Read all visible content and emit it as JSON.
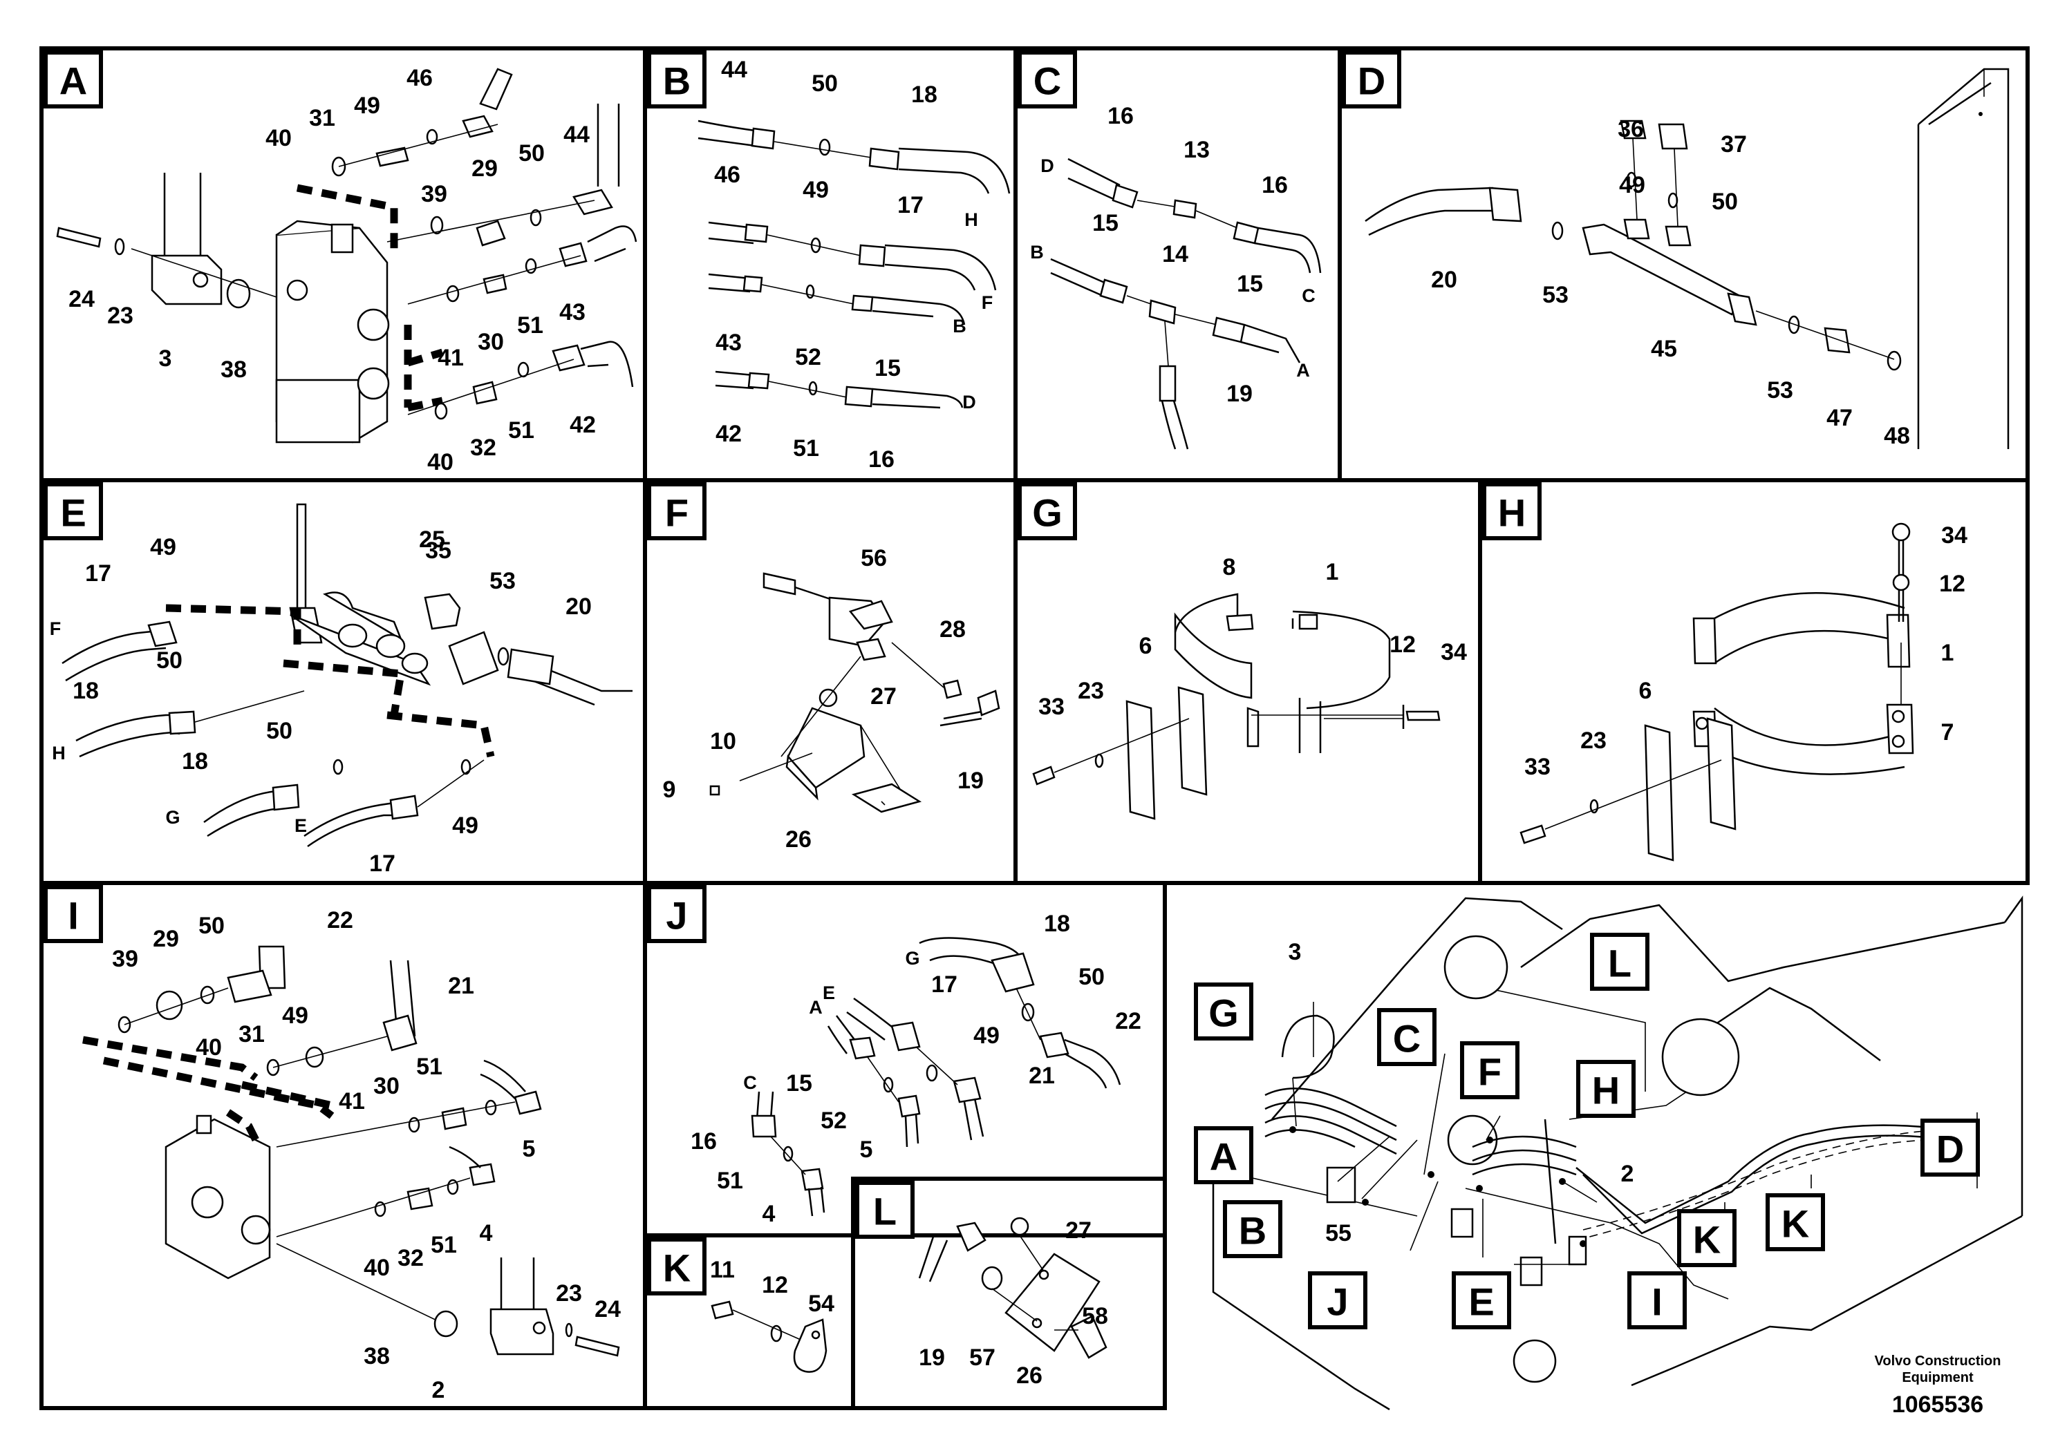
{
  "panels": {
    "A": {
      "letter": "A",
      "callouts": [
        "46",
        "31",
        "49",
        "40",
        "39",
        "29",
        "50",
        "44",
        "24",
        "23",
        "3",
        "38",
        "41",
        "30",
        "51",
        "43",
        "40",
        "32",
        "51",
        "42"
      ]
    },
    "B": {
      "letter": "B",
      "callouts": [
        "44",
        "50",
        "18",
        "46",
        "49",
        "17",
        "43",
        "52",
        "15",
        "42",
        "51",
        "16"
      ],
      "ends": [
        "H",
        "F",
        "B",
        "D"
      ]
    },
    "C": {
      "letter": "C",
      "callouts": [
        "16",
        "13",
        "16",
        "15",
        "14",
        "15",
        "19"
      ],
      "ends": [
        "D",
        "C",
        "B",
        "A"
      ]
    },
    "D": {
      "letter": "D",
      "callouts": [
        "36",
        "37",
        "49",
        "50",
        "20",
        "53",
        "45",
        "53",
        "47",
        "48"
      ]
    },
    "E": {
      "letter": "E",
      "callouts": [
        "35",
        "25",
        "49",
        "17",
        "53",
        "20",
        "50",
        "18",
        "50",
        "18",
        "49",
        "17"
      ],
      "ends": [
        "F",
        "H",
        "G",
        "E"
      ]
    },
    "F": {
      "letter": "F",
      "callouts": [
        "56",
        "28",
        "27",
        "10",
        "9",
        "26",
        "19"
      ]
    },
    "G": {
      "letter": "G",
      "callouts": [
        "8",
        "1",
        "6",
        "12",
        "34",
        "33",
        "23"
      ]
    },
    "H": {
      "letter": "H",
      "callouts": [
        "34",
        "12",
        "1",
        "6",
        "7",
        "33",
        "23"
      ]
    },
    "I": {
      "letter": "I",
      "callouts": [
        "22",
        "29",
        "50",
        "39",
        "21",
        "31",
        "49",
        "40",
        "51",
        "41",
        "30",
        "5",
        "4",
        "40",
        "32",
        "51",
        "38",
        "23",
        "24",
        "2"
      ]
    },
    "J": {
      "letter": "J",
      "callouts": [
        "18",
        "17",
        "50",
        "22",
        "49",
        "15",
        "21",
        "52",
        "16",
        "5",
        "51",
        "4"
      ],
      "ends": [
        "G",
        "E",
        "A",
        "C"
      ]
    },
    "K": {
      "letter": "K",
      "callouts": [
        "11",
        "12",
        "54"
      ]
    },
    "L": {
      "letter": "L",
      "callouts": [
        "27",
        "19",
        "57",
        "26",
        "58"
      ]
    }
  },
  "overview": {
    "boxes": [
      "G",
      "C",
      "F",
      "L",
      "H",
      "A",
      "B",
      "J",
      "E",
      "I",
      "K",
      "K",
      "D"
    ],
    "callouts": [
      "3",
      "2",
      "55"
    ]
  },
  "credit": "Volvo Construction Equipment",
  "credit_line1": "Volvo Construction",
  "credit_line2": "Equipment",
  "doc_number": "1065536"
}
